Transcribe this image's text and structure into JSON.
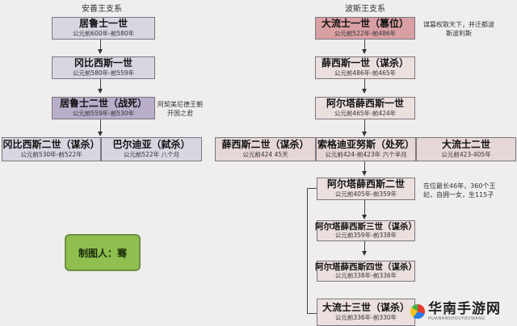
{
  "headings": {
    "left": "安善王支系",
    "right": "波斯王支系"
  },
  "left_branch": {
    "boxes": [
      {
        "name": "居鲁士一世",
        "date": "公元前600年-前580年"
      },
      {
        "name": "冈比西斯一世",
        "date": "公元前580年-前559年"
      },
      {
        "name": "居鲁士二世（战死）",
        "date": "公元前559年-前530年"
      },
      {
        "name": "冈比西斯二世（谋杀）",
        "date": "公元前530年-前522年"
      },
      {
        "name": "巴尔迪亚（弑杀）",
        "date": "公元前522年 八个月"
      }
    ],
    "note": "阿契美尼德王朝开国之君"
  },
  "right_branch": {
    "boxes": [
      {
        "name": "大流士一世（篡位）",
        "date": "公元前522年-前486年"
      },
      {
        "name": "薛西斯一世（谋杀）",
        "date": "公元前486年-前465年"
      },
      {
        "name": "阿尔塔薛西斯一世",
        "date": "公元前465年-前424年"
      },
      {
        "name": "薛西斯二世（谋杀）",
        "date": "公元前424 45天"
      },
      {
        "name": "索格迪亚努斯（处死）",
        "date": "公元前424-前423年 六个半月"
      },
      {
        "name": "大流士二世",
        "date": "公元前423-405年"
      },
      {
        "name": "阿尔塔薛西斯二世",
        "date": "公元前405年-前359年"
      },
      {
        "name": "阿尔塔薛西斯三世（谋杀）",
        "date": "公元前359年-前338年"
      },
      {
        "name": "阿尔塔薛西斯四世（谋杀）",
        "date": "公元前338年-前336年"
      },
      {
        "name": "大流士三世（谋杀）",
        "date": "公元前336年-前330年"
      }
    ],
    "note_darius": "谋篡权取天下，并迁都波斯波利斯",
    "note_artaxerxes2": "在位最长46年，360个王妃，自拥一女，生115子"
  },
  "credit": "制图人：骞",
  "watermark": {
    "main": "华南手游网",
    "sub": "HUANANSHOUYOUWANG"
  },
  "colors": {
    "background": "#efeeec",
    "left_box": "#d9d6e2",
    "left_highlight": "#b9adca",
    "right_top": "#d9a0a4",
    "right_box": "#ece0df",
    "credit_bg": "#8fc04f"
  }
}
